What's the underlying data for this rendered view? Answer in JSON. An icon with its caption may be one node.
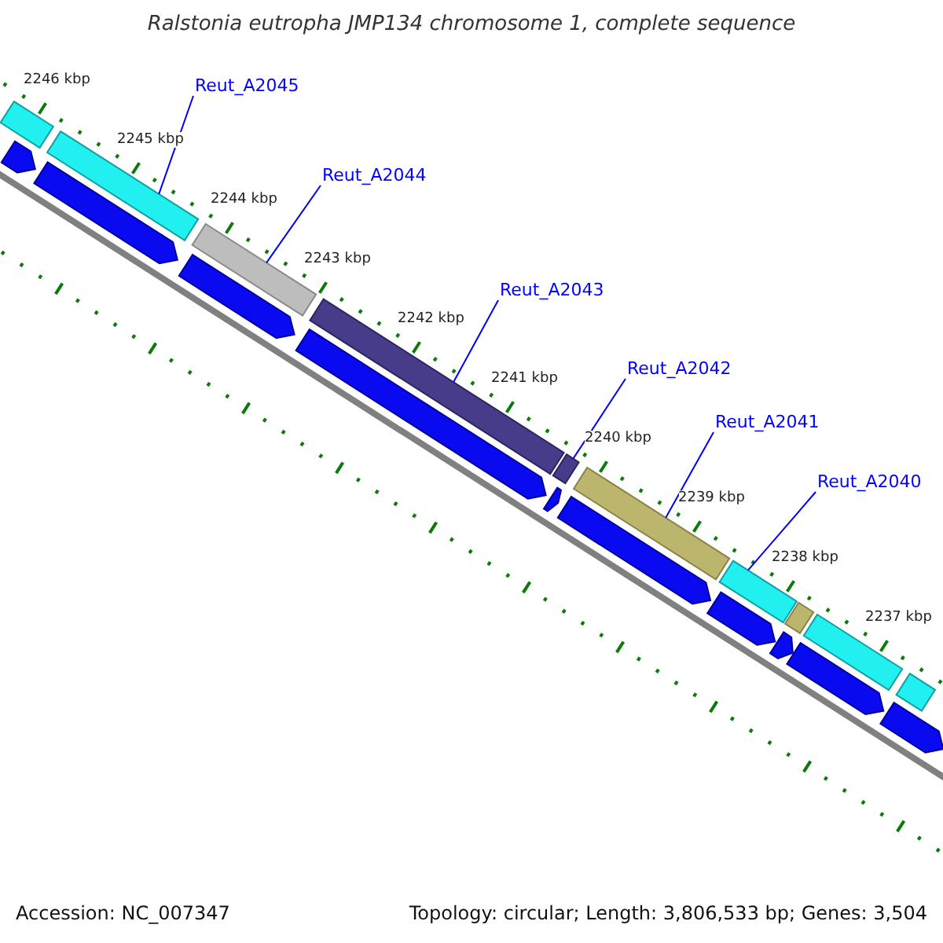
{
  "diagram": {
    "title": "Ralstonia eutropha JMP134 chromosome 1, complete sequence",
    "nodes": [
      {
        "text": [
          "Reut_A2045"
        ]
      },
      {
        "text": [
          "Reut_A2044"
        ]
      },
      {
        "text": [
          "Reut_A2043"
        ]
      },
      {
        "text": [
          "Reut_A2042"
        ]
      },
      {
        "text": [
          "Reut_A2041"
        ]
      },
      {
        "text": [
          "Reut_A2040"
        ]
      },
      {
        "text": [],
        "shape": "bar"
      },
      {
        "text": [],
        "shape": "bar"
      },
      {
        "text": [],
        "shape": "bar"
      },
      {
        "text": [],
        "shape": "bar"
      },
      {
        "text": [],
        "shape": "bar"
      },
      {
        "text": [],
        "shape": "bar"
      },
      {
        "text": [],
        "shape": "bar"
      },
      {
        "text": [],
        "shape": "bar"
      },
      {
        "text": [],
        "shape": "bar"
      },
      {
        "text": [],
        "shape": "bar"
      },
      {
        "text": [],
        "shape": "pentagon"
      },
      {
        "text": [],
        "shape": "pentagon"
      },
      {
        "text": [],
        "shape": "pentagon"
      },
      {
        "text": [],
        "shape": "pentagon"
      },
      {
        "text": [],
        "shape": "pentagon"
      },
      {
        "text": [],
        "shape": "pentagon"
      },
      {
        "text": [],
        "shape": "pentagon"
      },
      {
        "text": [],
        "shape": "pentagon"
      },
      {
        "text": [],
        "shape": "pentagon"
      },
      {
        "text": [],
        "shape": "pentagon"
      }
    ],
    "edges": [
      {
        "from": 0,
        "to": 7,
        "arrow": "none"
      },
      {
        "from": 1,
        "to": 8,
        "arrow": "none"
      },
      {
        "from": 2,
        "to": 9,
        "arrow": "none"
      },
      {
        "from": 3,
        "to": 10,
        "arrow": "none"
      },
      {
        "from": 4,
        "to": 11,
        "arrow": "none"
      },
      {
        "from": 5,
        "to": 12,
        "arrow": "none"
      }
    ],
    "labels": [
      "2246 kbp",
      "2245 kbp",
      "2244 kbp",
      "2243 kbp",
      "2242 kbp",
      "2241 kbp",
      "2240 kbp",
      "2239 kbp",
      "2238 kbp",
      "2237 kbp",
      "Accession: NC_007347",
      "Topology: circular; Length: 3,806,533 bp; Genes: 3,504"
    ]
  }
}
